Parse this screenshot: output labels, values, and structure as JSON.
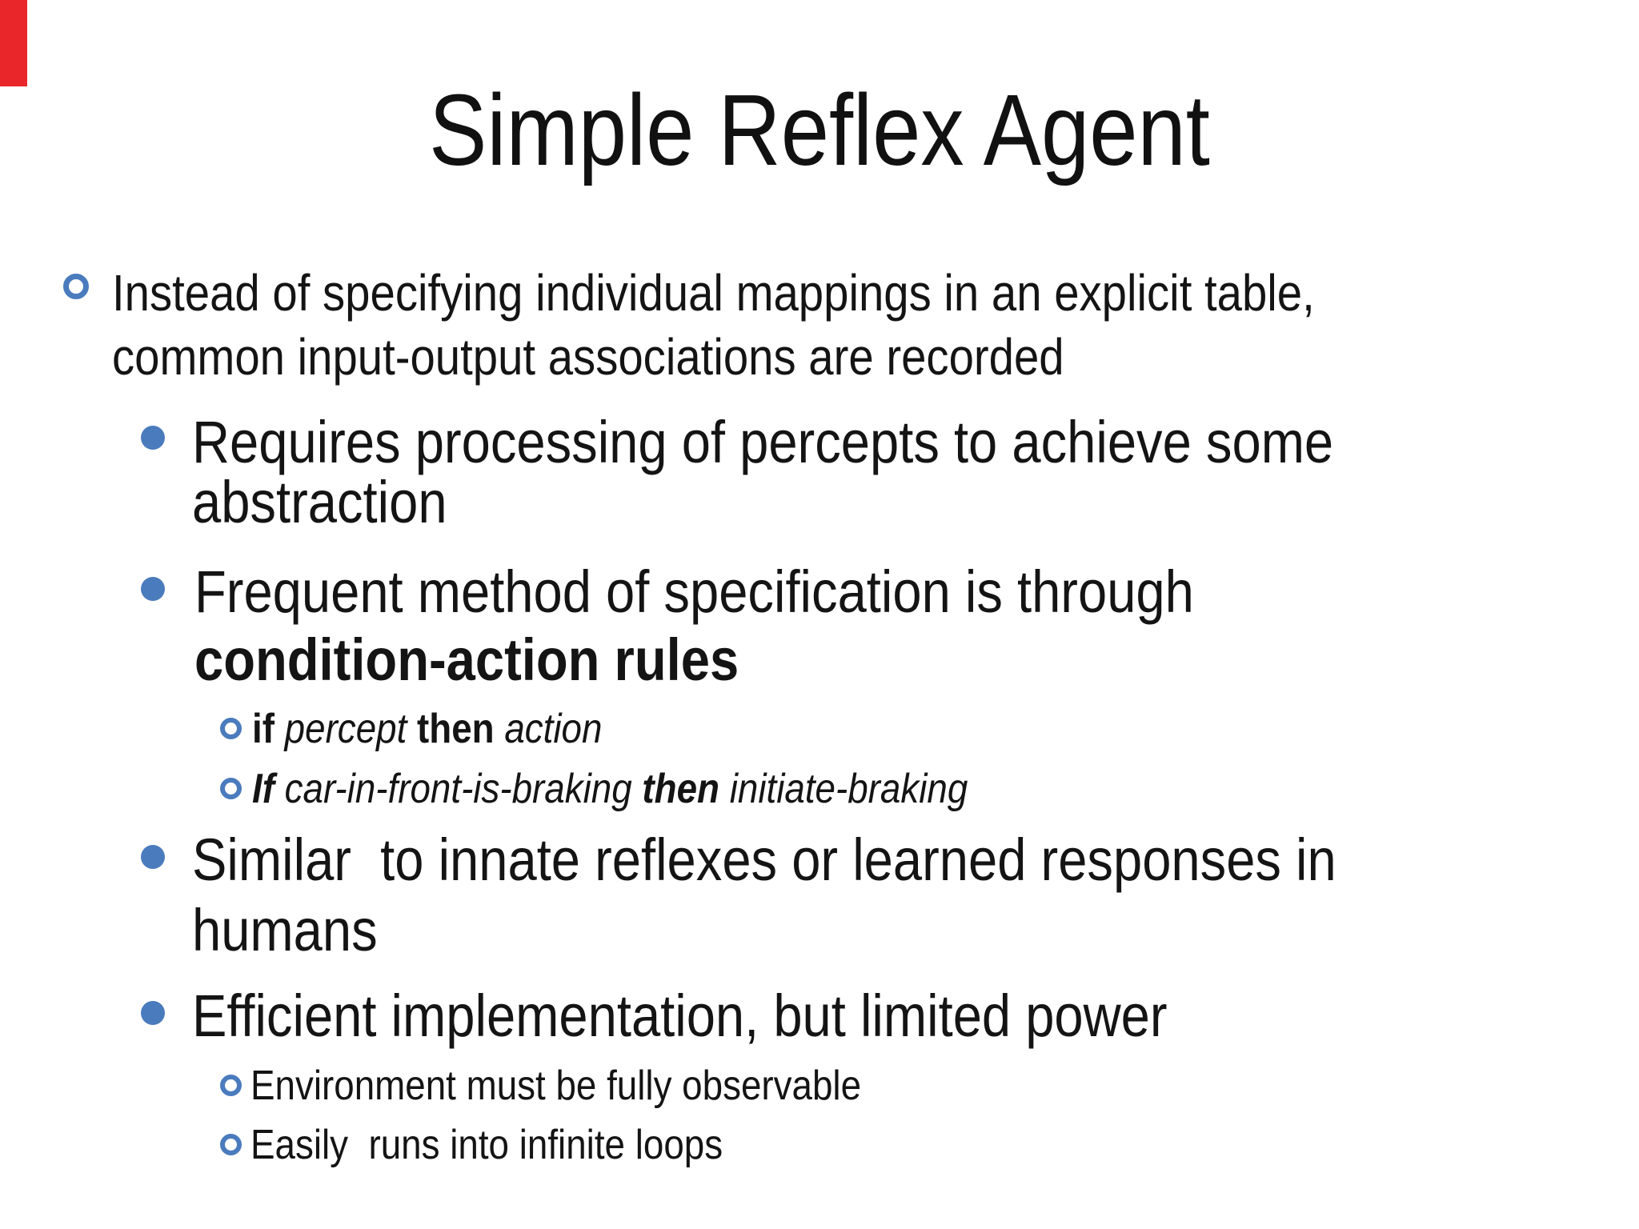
{
  "slide": {
    "title": "Simple Reflex Agent",
    "accent_color": "#4a7bbd",
    "marker_color": "#e9272b",
    "text_color": "#141414",
    "background_color": "#ffffff",
    "paragraphs": [
      {
        "level": 1,
        "bullet_icon": "hollow-circle-bullet",
        "lines": [
          [
            {
              "text": "Instead of specifying individual mappings in an explicit table,"
            }
          ],
          [
            {
              "text": "common input-output associations are recorded"
            }
          ]
        ]
      },
      {
        "level": 2,
        "bullet_icon": "solid-dot-bullet",
        "lines": [
          [
            {
              "text": "Requires processing of percepts to achieve some"
            }
          ],
          [
            {
              "text": "abstraction"
            }
          ]
        ]
      },
      {
        "level": 2,
        "bullet_icon": "solid-dot-bullet",
        "lines": [
          [
            {
              "text": "Frequent method of specification is through"
            }
          ],
          [
            {
              "text": "condition-action rules",
              "bold": true
            }
          ]
        ]
      },
      {
        "level": 3,
        "bullet_icon": "hollow-circle-bullet",
        "lines": [
          [
            {
              "text": "if ",
              "bold": true
            },
            {
              "text": "percept ",
              "italic": true
            },
            {
              "text": "then ",
              "bold": true
            },
            {
              "text": "action",
              "italic": true
            }
          ]
        ]
      },
      {
        "level": 3,
        "bullet_icon": "hollow-circle-bullet",
        "lines": [
          [
            {
              "text": "If ",
              "bold": true,
              "italic": true
            },
            {
              "text": "car-in-front-is-braking ",
              "italic": true
            },
            {
              "text": "then ",
              "bold": true,
              "italic": true
            },
            {
              "text": "initiate-braking",
              "italic": true
            }
          ]
        ]
      },
      {
        "level": 2,
        "bullet_icon": "solid-dot-bullet",
        "lines": [
          [
            {
              "text": "Similar  to innate reflexes or learned responses in"
            }
          ],
          [
            {
              "text": "humans"
            }
          ]
        ]
      },
      {
        "level": 2,
        "bullet_icon": "solid-dot-bullet",
        "lines": [
          [
            {
              "text": "Efficient implementation, but limited power"
            }
          ]
        ]
      },
      {
        "level": 3,
        "bullet_icon": "hollow-circle-bullet",
        "lines": [
          [
            {
              "text": "Environment must be fully observable"
            }
          ]
        ]
      },
      {
        "level": 3,
        "bullet_icon": "hollow-circle-bullet",
        "lines": [
          [
            {
              "text": "Easily  runs into infinite loops"
            }
          ]
        ]
      }
    ]
  }
}
